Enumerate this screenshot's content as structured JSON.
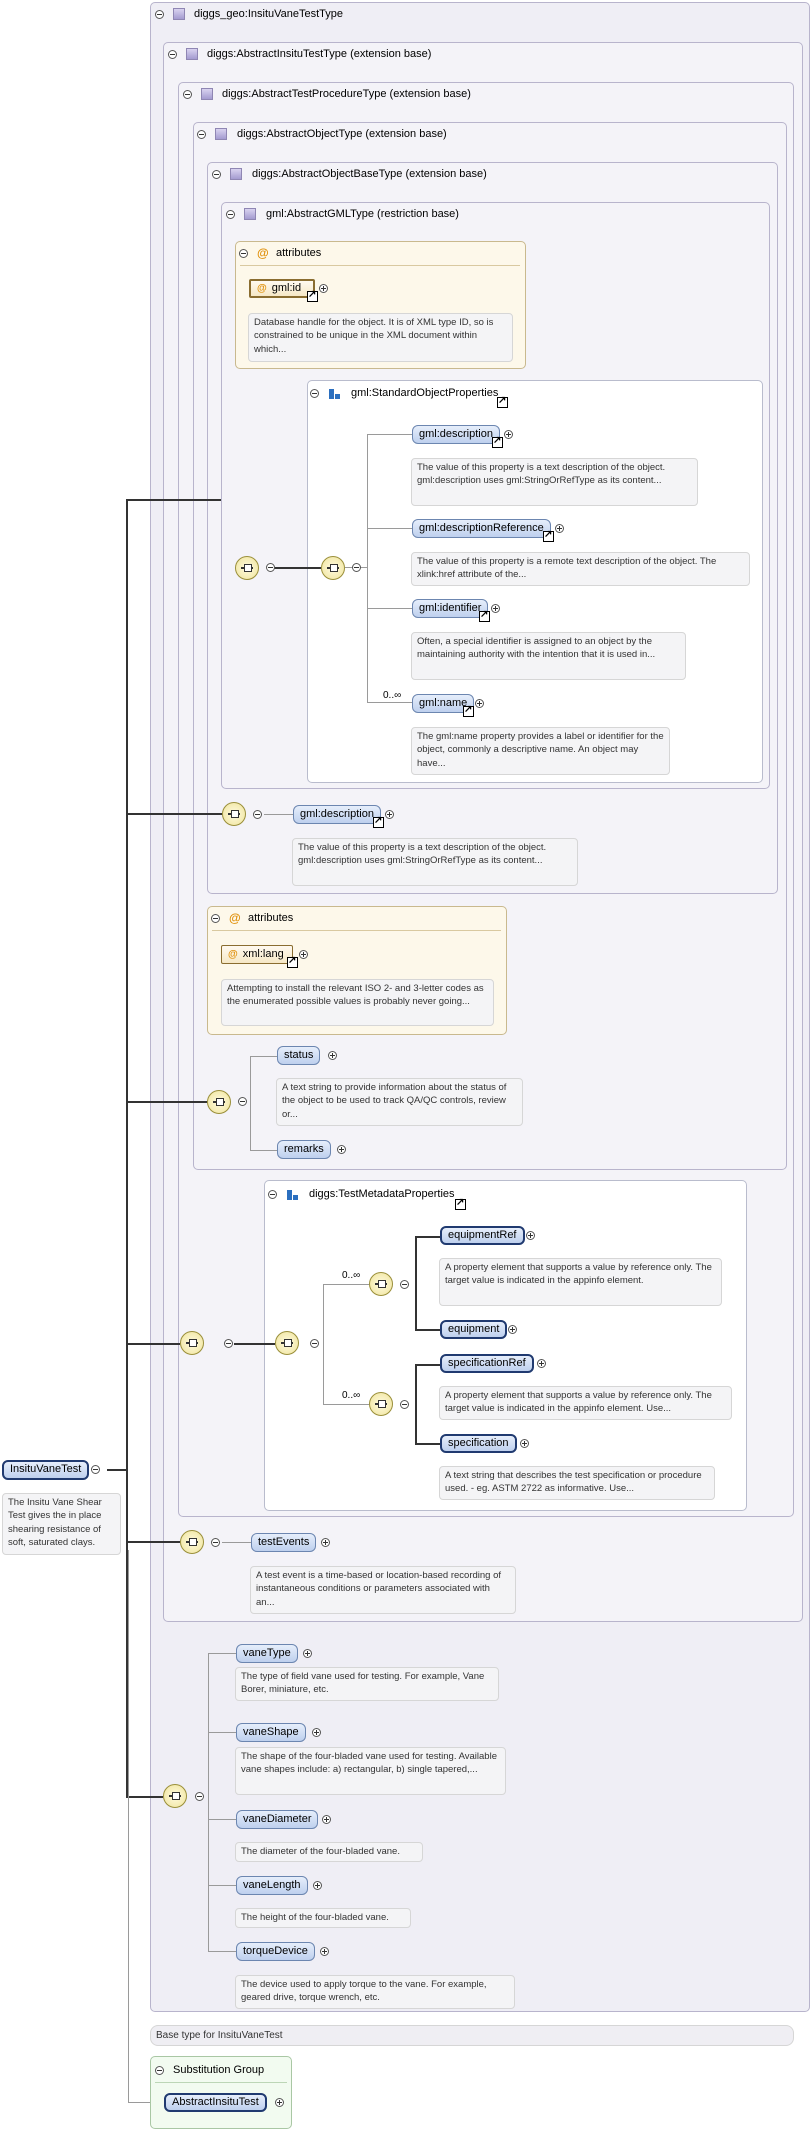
{
  "root": {
    "name": "InsituVaneTest",
    "annotation": "The Insitu Vane Shear Test gives the in place shearing resistance of soft, saturated clays."
  },
  "types": {
    "insitu_vane_test_type": "diggs_geo:InsituVaneTestType",
    "abstract_insitu_test_type": "diggs:AbstractInsituTestType (extension base)",
    "abstract_test_procedure_type": "diggs:AbstractTestProcedureType (extension base)",
    "abstract_object_type": "diggs:AbstractObjectType (extension base)",
    "abstract_object_base_type": "diggs:AbstractObjectBaseType (extension base)",
    "abstract_gml_type": "gml:AbstractGMLType (restriction base)"
  },
  "gml_attributes": {
    "title": "attributes",
    "id_name": "gml:id",
    "id_annotation": "Database handle for the object. It is of XML type ID, so is constrained to be unique in the XML document within which..."
  },
  "standard_object_properties": {
    "title": "gml:StandardObjectProperties",
    "items": [
      {
        "name": "gml:description",
        "annotation": "The value of this property is a text description of the object. gml:description uses gml:StringOrRefType as its content..."
      },
      {
        "name": "gml:descriptionReference",
        "annotation": "The value of this property is a remote text description of the object. The xlink:href attribute of the..."
      },
      {
        "name": "gml:identifier",
        "annotation": "Often, a special identifier is assigned to an object by the maintaining authority with the intention that it is used in..."
      },
      {
        "name": "gml:name",
        "multiplicity": "0..∞",
        "annotation": "The gml:name property provides a label or identifier for the object, commonly a descriptive name. An object may have..."
      }
    ]
  },
  "base_description": {
    "name": "gml:description",
    "annotation": "The value of this property is a text description of the object. gml:description uses gml:StringOrRefType as its content..."
  },
  "xml_attributes": {
    "title": "attributes",
    "lang_name": "xml:lang",
    "lang_annotation": "Attempting to install the relevant ISO 2- and 3-letter codes as the enumerated possible values is probably never going..."
  },
  "object_seq": [
    {
      "name": "status",
      "annotation": "A text string to provide information about the status of the object to be used to track QA/QC controls, review or..."
    },
    {
      "name": "remarks"
    }
  ],
  "test_metadata": {
    "title": "diggs:TestMetadataProperties",
    "choice1": {
      "multiplicity": "0..∞",
      "items": [
        {
          "name": "equipmentRef",
          "annotation": "A property element that supports a value by reference only. The target value is indicated in the appinfo element."
        },
        {
          "name": "equipment"
        }
      ]
    },
    "choice2": {
      "multiplicity": "0..∞",
      "items": [
        {
          "name": "specificationRef",
          "annotation": "A property element that supports a value by reference only. The target value is indicated in the appinfo element. Use..."
        },
        {
          "name": "specification",
          "annotation": "A text string that describes the test specification or procedure used. - eg. ASTM 2722 as informative. Use..."
        }
      ]
    }
  },
  "test_events": {
    "name": "testEvents",
    "annotation": "A test event is a time-based or location-based recording of instantaneous conditions or parameters associated with an..."
  },
  "vane_seq": [
    {
      "name": "vaneType",
      "annotation": "The type of field vane used for testing. For example, Vane Borer, miniature, etc."
    },
    {
      "name": "vaneShape",
      "annotation": "The shape of the four-bladed vane used for testing. Available vane shapes include: a) rectangular, b) single tapered,..."
    },
    {
      "name": "vaneDiameter",
      "annotation": "The diameter of the four-bladed vane."
    },
    {
      "name": "vaneLength",
      "annotation": "The height of the four-bladed vane."
    },
    {
      "name": "torqueDevice",
      "annotation": "The device used to apply torque to the vane. For example, geared drive, torque wrench, etc."
    }
  ],
  "footer": {
    "base_type_text": "Base type for InsituVaneTest",
    "substitution_title": "Substitution Group",
    "substitution_member": "AbstractInsituTest"
  },
  "colors": {
    "element_fill": "#bed0ee",
    "type_border": "#b8b4cc",
    "attributes_fill": "#fdf8ea",
    "substitution_fill": "#f2fbf0"
  }
}
